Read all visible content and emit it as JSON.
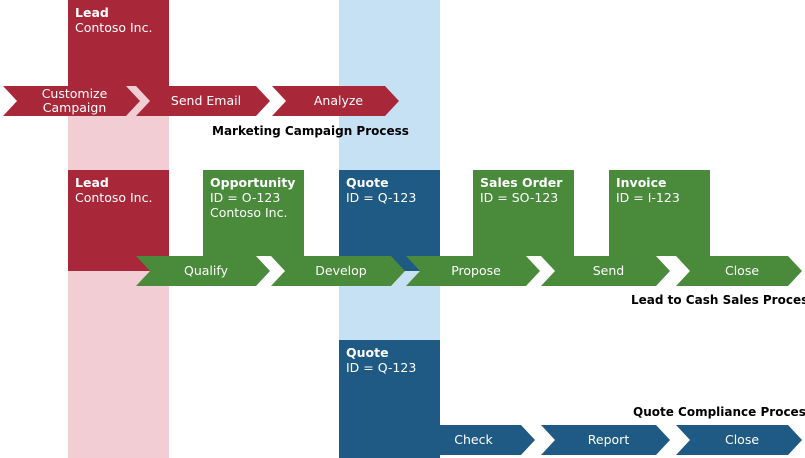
{
  "colors": {
    "marketing": "#a8283a",
    "marketing_band": "#f2cdd3",
    "sales": "#4a8a3b",
    "quote": "#1f5a84",
    "quote_band": "#c5e1f3",
    "white": "#ffffff"
  },
  "lead_top": {
    "title": "Lead",
    "line1": "Contoso Inc."
  },
  "lead_mid": {
    "title": "Lead",
    "line1": "Contoso Inc."
  },
  "opportunity": {
    "title": "Opportunity",
    "line1": "ID = O-123",
    "line2": "Contoso Inc."
  },
  "quote_mid": {
    "title": "Quote",
    "line1": "ID = Q-123"
  },
  "sales_order": {
    "title": "Sales Order",
    "line1": "ID = SO-123"
  },
  "invoice": {
    "title": "Invoice",
    "line1": "ID = I-123"
  },
  "quote_bottom": {
    "title": "Quote",
    "line1": "ID = Q-123"
  },
  "marketing_process": {
    "label": "Marketing Campaign Process",
    "steps": [
      "Customize Campaign",
      "Send Email",
      "Analyze"
    ]
  },
  "sales_process": {
    "label": "Lead to Cash Sales Process",
    "steps": [
      "Qualify",
      "Develop",
      "Propose",
      "Send",
      "Close"
    ]
  },
  "quote_process": {
    "label": "Quote Compliance Process",
    "steps": [
      "Check",
      "Report",
      "Close"
    ]
  }
}
